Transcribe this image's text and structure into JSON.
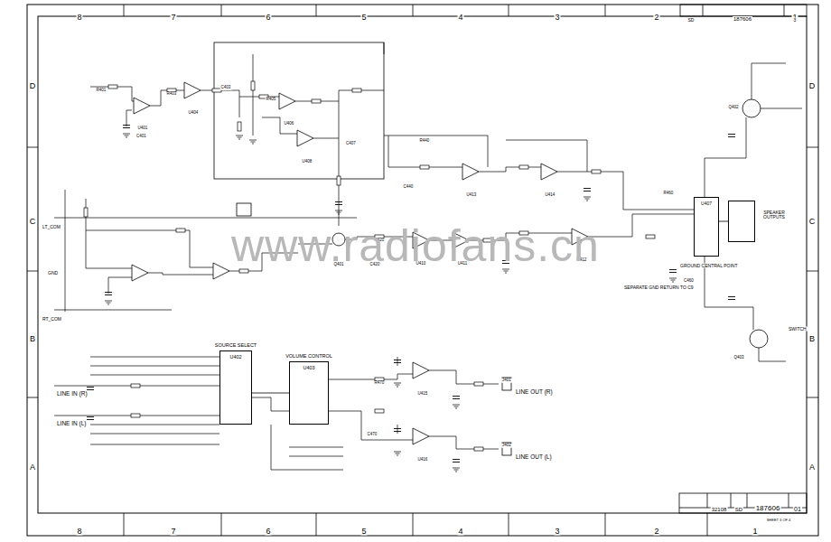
{
  "diagram": {
    "nodes": [
      {
        "text": [
          "SOURCE SELECT",
          "U402"
        ]
      },
      {
        "text": [
          "VOLUME CONTROL",
          "U403"
        ]
      },
      {
        "text": [
          "U407"
        ]
      },
      {
        "text": [
          "SPEAKER OUTPUTS"
        ]
      }
    ],
    "edges": [
      {
        "from": 0,
        "to": 1,
        "arrow": "none"
      },
      {
        "from": 2,
        "to": 3,
        "arrow": "none"
      }
    ],
    "labels": [
      "8",
      "7",
      "6",
      "5",
      "4",
      "3",
      "2",
      "1",
      "8",
      "7",
      "6",
      "5",
      "4",
      "3",
      "2",
      "1",
      "D",
      "C",
      "B",
      "A",
      "D",
      "C",
      "B",
      "A",
      "SD",
      "187606",
      "3",
      "32108",
      "SD",
      "187606",
      "01",
      "SHEET 3 OF 4",
      "LINE IN (R)",
      "LINE IN (L)",
      "LINE OUT (R)",
      "LINE OUT (L)",
      "LT_COM",
      "RT_COM",
      "GND",
      "GROUND CENTRAL POINT",
      "SEPARATE GND RETURN TO C9",
      "SWITCH",
      "R401",
      "R403",
      "C401",
      "C403",
      "R405",
      "C407",
      "U401",
      "U404",
      "U406",
      "U408",
      "Q401",
      "R420",
      "C420",
      "U410",
      "U411",
      "U412",
      "U413",
      "U414",
      "R440",
      "C440",
      "Q402",
      "Q403",
      "R460",
      "C460",
      "U415",
      "U416",
      "J401",
      "J402",
      "R470",
      "C470",
      "www.radiofans.cn"
    ]
  }
}
